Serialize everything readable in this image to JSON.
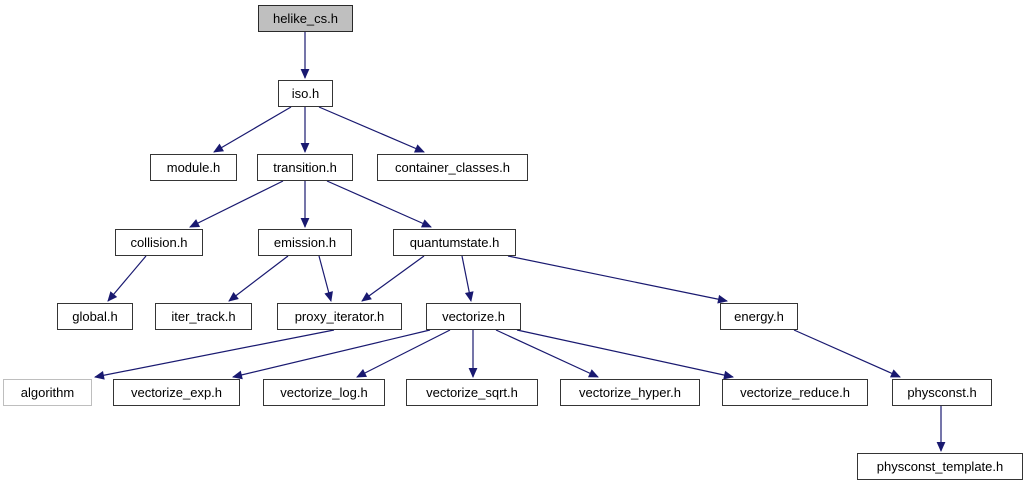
{
  "diagram": {
    "kind": "include-dependency-graph",
    "root_file": "helike_cs.h",
    "colors": {
      "edge": "#191970",
      "node_border": "#353535",
      "root_fill": "#bfbfbf",
      "external_border": "#bebebe",
      "background": "#ffffff",
      "text": "#000000"
    },
    "nodes": [
      {
        "id": "helike_cs",
        "label": "helike_cs.h",
        "kind": "root"
      },
      {
        "id": "iso",
        "label": "iso.h",
        "kind": "internal"
      },
      {
        "id": "module",
        "label": "module.h",
        "kind": "internal"
      },
      {
        "id": "transition",
        "label": "transition.h",
        "kind": "internal"
      },
      {
        "id": "container_classes",
        "label": "container_classes.h",
        "kind": "internal"
      },
      {
        "id": "collision",
        "label": "collision.h",
        "kind": "internal"
      },
      {
        "id": "emission",
        "label": "emission.h",
        "kind": "internal"
      },
      {
        "id": "quantumstate",
        "label": "quantumstate.h",
        "kind": "internal"
      },
      {
        "id": "global",
        "label": "global.h",
        "kind": "internal"
      },
      {
        "id": "iter_track",
        "label": "iter_track.h",
        "kind": "internal"
      },
      {
        "id": "proxy_iterator",
        "label": "proxy_iterator.h",
        "kind": "internal"
      },
      {
        "id": "vectorize",
        "label": "vectorize.h",
        "kind": "internal"
      },
      {
        "id": "energy",
        "label": "energy.h",
        "kind": "internal"
      },
      {
        "id": "algorithm",
        "label": "algorithm",
        "kind": "external"
      },
      {
        "id": "vectorize_exp",
        "label": "vectorize_exp.h",
        "kind": "internal"
      },
      {
        "id": "vectorize_log",
        "label": "vectorize_log.h",
        "kind": "internal"
      },
      {
        "id": "vectorize_sqrt",
        "label": "vectorize_sqrt.h",
        "kind": "internal"
      },
      {
        "id": "vectorize_hyper",
        "label": "vectorize_hyper.h",
        "kind": "internal"
      },
      {
        "id": "vectorize_reduce",
        "label": "vectorize_reduce.h",
        "kind": "internal"
      },
      {
        "id": "physconst",
        "label": "physconst.h",
        "kind": "internal"
      },
      {
        "id": "physconst_template",
        "label": "physconst_template.h",
        "kind": "internal"
      }
    ],
    "edges": [
      {
        "from": "helike_cs",
        "to": "iso"
      },
      {
        "from": "iso",
        "to": "module"
      },
      {
        "from": "iso",
        "to": "transition"
      },
      {
        "from": "iso",
        "to": "container_classes"
      },
      {
        "from": "transition",
        "to": "collision"
      },
      {
        "from": "transition",
        "to": "emission"
      },
      {
        "from": "transition",
        "to": "quantumstate"
      },
      {
        "from": "collision",
        "to": "global"
      },
      {
        "from": "emission",
        "to": "iter_track"
      },
      {
        "from": "emission",
        "to": "proxy_iterator"
      },
      {
        "from": "quantumstate",
        "to": "proxy_iterator"
      },
      {
        "from": "quantumstate",
        "to": "vectorize"
      },
      {
        "from": "quantumstate",
        "to": "energy"
      },
      {
        "from": "proxy_iterator",
        "to": "algorithm"
      },
      {
        "from": "vectorize",
        "to": "vectorize_exp"
      },
      {
        "from": "vectorize",
        "to": "vectorize_log"
      },
      {
        "from": "vectorize",
        "to": "vectorize_sqrt"
      },
      {
        "from": "vectorize",
        "to": "vectorize_hyper"
      },
      {
        "from": "vectorize",
        "to": "vectorize_reduce"
      },
      {
        "from": "energy",
        "to": "physconst"
      },
      {
        "from": "physconst",
        "to": "physconst_template"
      }
    ]
  }
}
